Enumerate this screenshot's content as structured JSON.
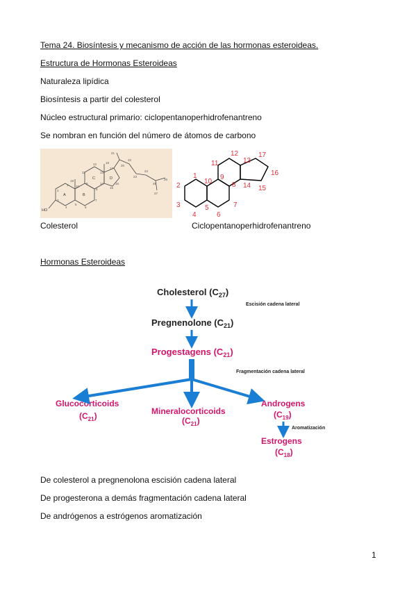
{
  "doc": {
    "title": "Tema 24. Biosíntesis y mecanismo de acción de las hormonas esteroideas.",
    "heading1": "Estructura de Hormonas Esteroideas",
    "points": [
      "Naturaleza lipídica",
      "Biosíntesis a partir del colesterol",
      "Núcleo estructural primario: ciclopentanoperhidrofenantreno",
      "Se nombran en función del número de átomos de carbono"
    ],
    "caption_left": "Colesterol",
    "caption_right": "Ciclopentanoperhidrofenantreno",
    "heading2": "Hormonas Esteroideas",
    "notes": [
      "De colesterol a pregnenolona escisión cadena lateral",
      "De progesterona a demás fragmentación cadena lateral",
      "De andrógenos a estrógenos aromatización"
    ],
    "page_number": "1"
  },
  "cholesterol_fig": {
    "ring_letters": [
      "A",
      "B",
      "C",
      "D"
    ],
    "carbon_numbers": [
      "1",
      "2",
      "3",
      "4",
      "5",
      "6",
      "7",
      "8",
      "9",
      "10",
      "11",
      "12",
      "13",
      "14",
      "15",
      "16",
      "17",
      "18",
      "19",
      "20",
      "21",
      "22",
      "23",
      "24",
      "25",
      "26",
      "27"
    ],
    "ho_label": "HO"
  },
  "steroid_fig": {
    "numbers": [
      "1",
      "2",
      "3",
      "4",
      "5",
      "6",
      "7",
      "8",
      "9",
      "10",
      "11",
      "12",
      "13",
      "14",
      "15",
      "16",
      "17"
    ],
    "color": "#e0303a"
  },
  "pathway": {
    "cholesterol": "Cholesterol (C",
    "cholesterol_sub": "27",
    "pregnenolone": "Pregnenolone (C",
    "pregnenolone_sub": "21",
    "progestagens": "Progestagens (C",
    "progestagens_sub": "21",
    "glucocorticoids": "Glucocorticoids",
    "glucocorticoids_c": "(C",
    "glucocorticoids_sub": "21",
    "mineralocorticoids": "Mineralocorticoids",
    "mineralocorticoids_c": "(C",
    "mineralocorticoids_sub": "21",
    "androgens": "Androgens",
    "androgens_c": "(C",
    "androgens_sub": "19",
    "estrogens": "Estrogens",
    "estrogens_c": "(C",
    "estrogens_sub": "18",
    "close": ")",
    "step1": "Escisión cadena lateral",
    "step2": "Fragmentación cadena lateral",
    "step3": "Aromatización",
    "magenta": "#d4156b",
    "blue": "#1a7fd4"
  }
}
